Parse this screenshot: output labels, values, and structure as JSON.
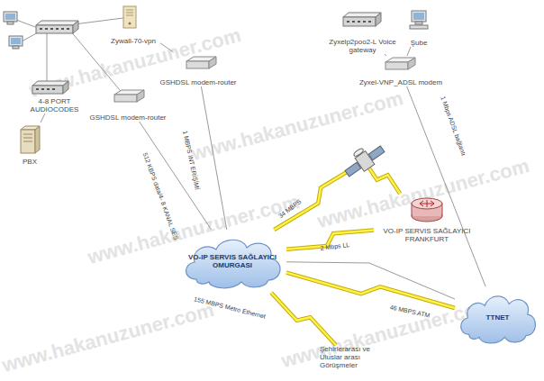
{
  "diagram": {
    "nodes": [
      {
        "text": [
          "Zywall-70-vpn"
        ]
      },
      {
        "text": [
          "GSHDSL modem-router"
        ]
      },
      {
        "text": [
          "GSHDSL modem-router"
        ]
      },
      {
        "text": [
          "4-8 PORT AUDIOCODES"
        ]
      },
      {
        "text": [
          "PBX"
        ]
      },
      {
        "text": [
          "Zyxelp2poo2-L Voice gateway"
        ]
      },
      {
        "text": [
          "Şube"
        ]
      },
      {
        "text": [
          "Zyxel-VNP_ADSL modem"
        ]
      },
      {
        "text": [
          "VO-IP SERVIS SAĞLAYICI FRANKFURT"
        ]
      },
      {
        "text": [
          "VO-IP SERVIS SAĞLAYICI OMURGASI"
        ]
      },
      {
        "text": [
          "TTNET"
        ]
      },
      {
        "text": [
          "Şehirlerarası ve Uluslar arası Görüşmeler"
        ]
      }
    ],
    "edges": [
      {
        "from": 0,
        "to": 1,
        "arrow": "none"
      },
      {
        "from": 3,
        "to": 4,
        "arrow": "none"
      },
      {
        "from": 1,
        "to": 9,
        "label": "1 MBPS INT ERİŞİMİ",
        "arrow": "none"
      },
      {
        "from": 2,
        "to": 9,
        "label": "512 KBPS data/4- 8 KANAL SES",
        "arrow": "none"
      },
      {
        "from": 9,
        "to": 8,
        "label": "34 MBPS",
        "arrow": "none"
      },
      {
        "from": 9,
        "to": 8,
        "label": "2 Mbps LL",
        "arrow": "none"
      },
      {
        "from": 9,
        "to": 10,
        "label": "46 MBPS ATM",
        "arrow": "none"
      },
      {
        "from": 9,
        "to": 10,
        "arrow": "none"
      },
      {
        "from": 9,
        "to": 11,
        "label": "155 MBPS Metro Ethernet",
        "arrow": "none"
      },
      {
        "from": 7,
        "to": 10,
        "label": "1 Mbps ADSL bağlantı",
        "arrow": "none"
      },
      {
        "from": 5,
        "to": 7,
        "arrow": "none"
      },
      {
        "from": 6,
        "to": 7,
        "arrow": "none"
      }
    ],
    "labels": [
      "www.hakanuzuner.com",
      "www.hakanuzuner.com",
      "www.hakanuzuner.com",
      "www.hakanuzuner.com",
      "www.hakanuzuner.com",
      "www.hakanuzuner.com"
    ]
  }
}
